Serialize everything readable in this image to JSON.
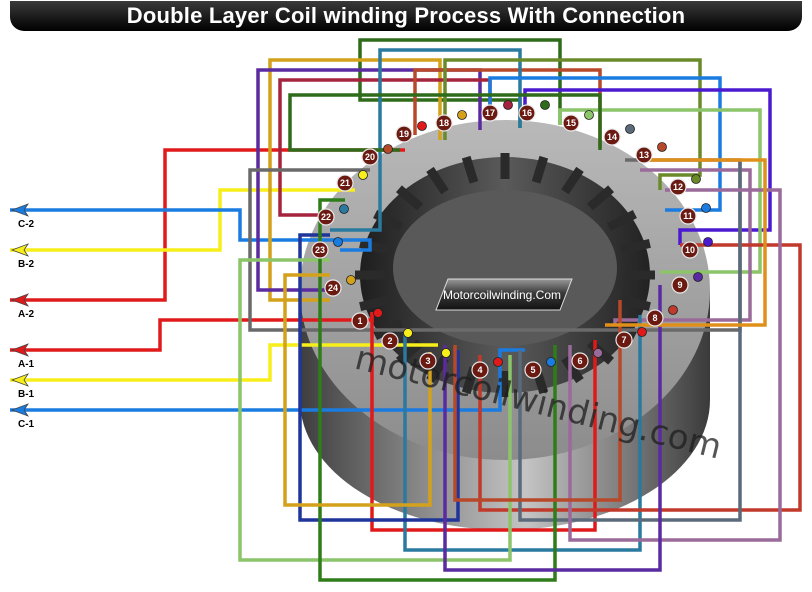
{
  "title": "Double Layer Coil winding Process With Connection",
  "badge_text": "Motorcoilwinding.Com",
  "watermark_text": "motorcoilwinding.com",
  "leads": [
    {
      "label": "C-2",
      "color": "#1a7be0"
    },
    {
      "label": "B-2",
      "color": "#f7ee1a"
    },
    {
      "label": "A-2",
      "color": "#e01a1a"
    },
    {
      "label": "A-1",
      "color": "#e01a1a"
    },
    {
      "label": "B-1",
      "color": "#f7ee1a"
    },
    {
      "label": "C-1",
      "color": "#1a7be0"
    }
  ],
  "slots": [
    "1",
    "2",
    "3",
    "4",
    "5",
    "6",
    "7",
    "8",
    "9",
    "10",
    "11",
    "12",
    "13",
    "14",
    "15",
    "16",
    "17",
    "18",
    "19",
    "20",
    "21",
    "22",
    "23",
    "24"
  ]
}
